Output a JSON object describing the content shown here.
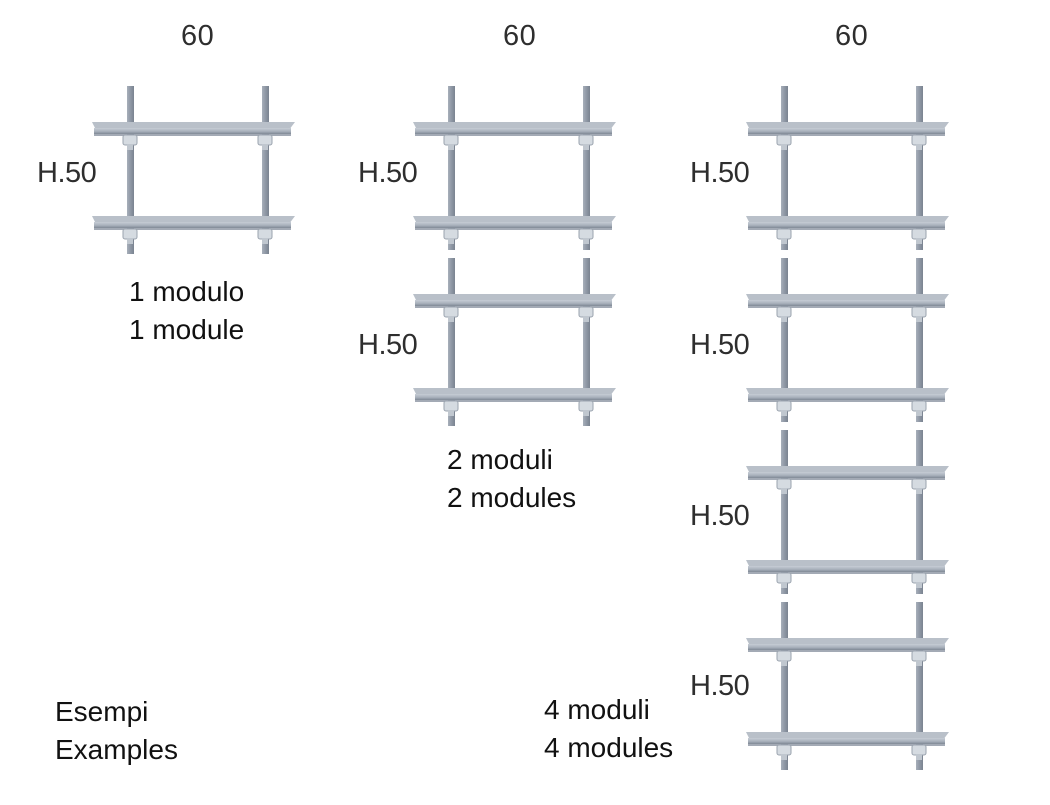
{
  "columns": [
    {
      "width_label": "60",
      "heights": [
        "H.50"
      ],
      "caption": [
        "1 modulo",
        "1 module"
      ]
    },
    {
      "width_label": "60",
      "heights": [
        "H.50",
        "H.50"
      ],
      "caption": [
        "2 moduli",
        "2 modules"
      ]
    },
    {
      "width_label": "60",
      "heights": [
        "H.50",
        "H.50",
        "H.50",
        "H.50"
      ],
      "caption": [
        "4 moduli",
        "4 modules"
      ]
    }
  ],
  "examples": {
    "line1": "Esempi",
    "line2": "Examples"
  },
  "colors": {
    "post": "#8f98a5",
    "shelf_top": "#b9c0c9",
    "shelf_front": "#8c95a2",
    "bracket": "#d5dbe1"
  }
}
